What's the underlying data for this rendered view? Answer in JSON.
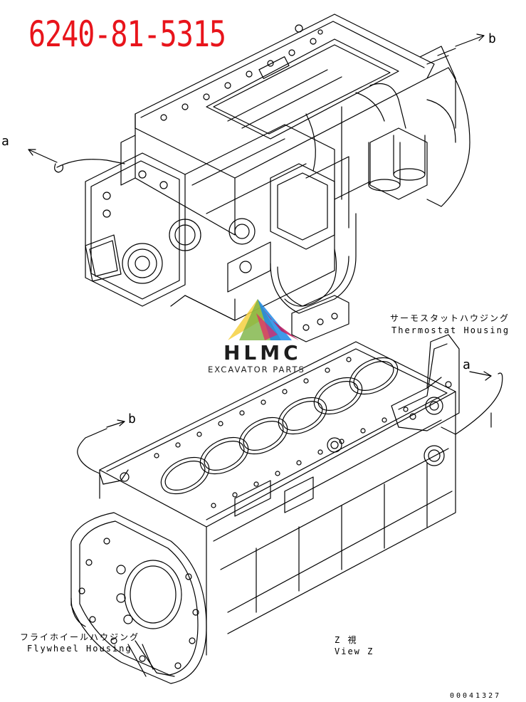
{
  "part_number": "6240-81-5315",
  "callouts": {
    "a_top": "a",
    "b_top": "b",
    "a_right": "a",
    "b_lower": "b"
  },
  "labels": {
    "thermostat_jp": "サーモスタットハウジング",
    "thermostat_en": "Thermostat Housing",
    "flywheel_jp": "フライホイールハウジング",
    "flywheel_en": "Flywheel Housing",
    "view_jp": "Z 視",
    "view_en": "View Z"
  },
  "watermark": {
    "brand": "HLMC",
    "tagline": "EXCAVATOR PARTS"
  },
  "drawing_code": "00041327",
  "colors": {
    "part_number": "#e8141b",
    "line": "#000000",
    "logo_blue": "#1e88e5",
    "logo_magenta": "#c2185b",
    "logo_yellow": "#f4d03f",
    "logo_green": "#7cb342"
  }
}
